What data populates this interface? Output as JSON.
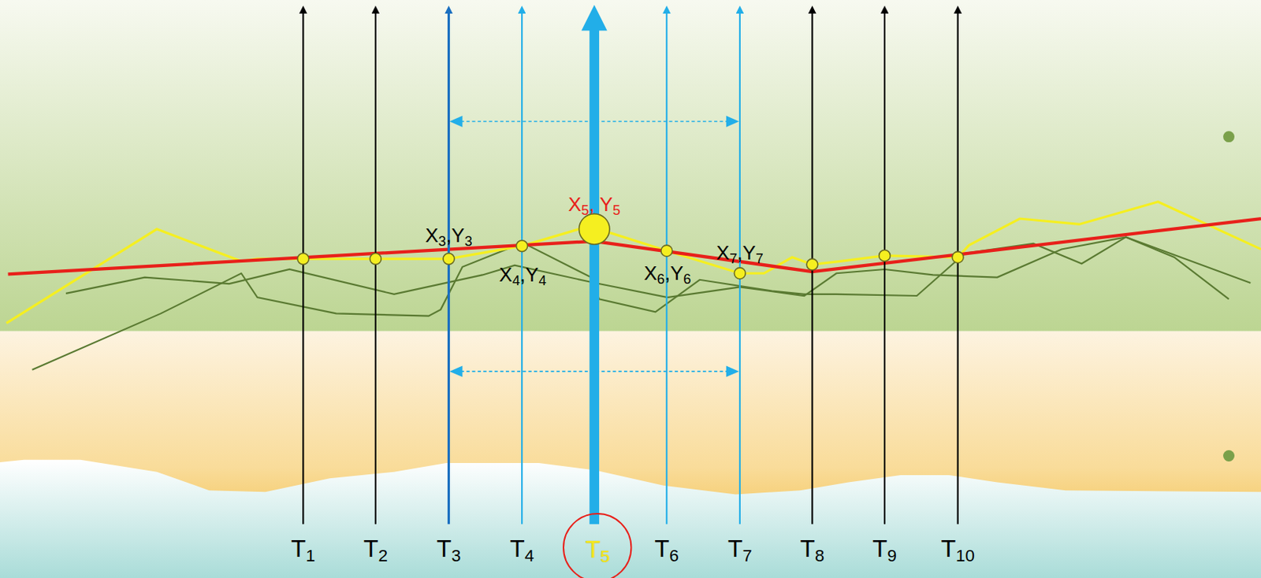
{
  "diagram": {
    "nodes": [
      {
        "text": [
          "T5"
        ]
      }
    ],
    "labels": [
      "T1",
      "T2",
      "T3",
      "T4",
      "T6",
      "T7",
      "T8",
      "T9",
      "T10",
      "X3,Y3",
      "X4,Y4",
      "X5, Y5",
      "X6,Y6",
      "X7,Y7"
    ]
  }
}
